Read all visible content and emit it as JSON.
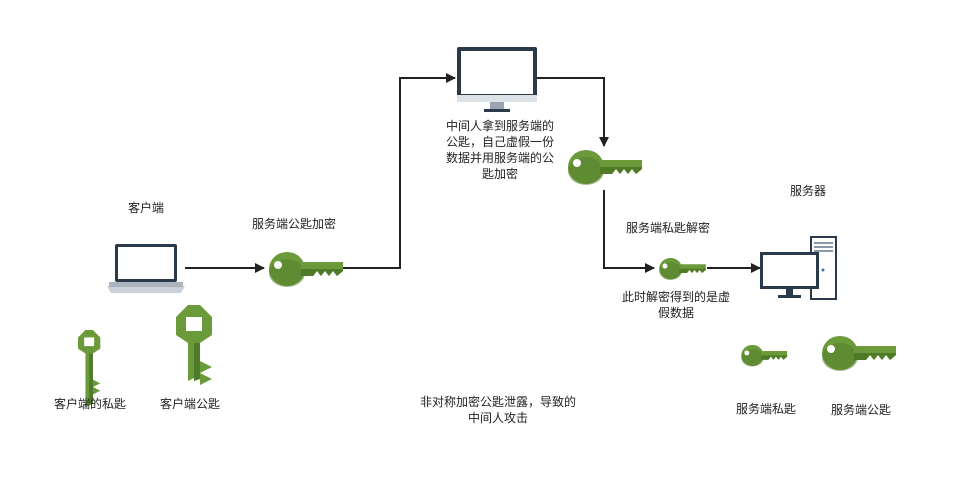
{
  "labels": {
    "client": "客户端",
    "server_pubkey_encrypt": "服务端公匙加密",
    "mitm_note": "中间人拿到服务端的\n公匙，自己虚假一份\n数据并用服务端的公\n匙加密",
    "server_privkey_decrypt": "服务端私匙解密",
    "server": "服务器",
    "decrypted_fake": "此时解密得到的是虚\n假数据",
    "client_private_key": "客户端的私匙",
    "client_public_key": "客户端公匙",
    "server_private_key": "服务端私匙",
    "server_public_key": "服务端公匙",
    "caption": "非对称加密公匙泄露，导致的\n中间人攻击"
  },
  "colors": {
    "key_green": "#6b9a3a",
    "key_dark": "#4f7a28",
    "arrow": "#222222",
    "monitor_frame": "#2b3a4a"
  },
  "icons": {
    "laptop": "laptop-icon",
    "desktop_monitor": "monitor-icon",
    "server_pc": "server-desktop-icon",
    "key": "key-icon"
  }
}
